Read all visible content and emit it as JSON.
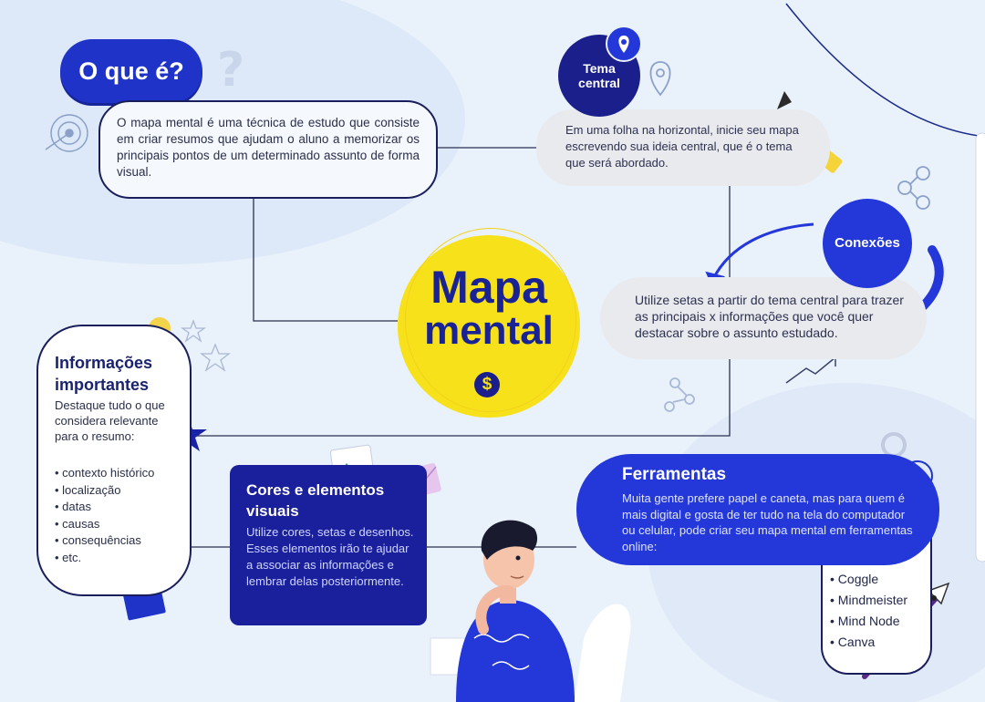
{
  "oque": {
    "title": "O que é?",
    "text": "O mapa mental é uma técnica de estudo que consiste em criar resumos que ajudam o aluno a memorizar os principais pontos de um determinado assunto de forma visual."
  },
  "tema": {
    "title_line1": "Tema",
    "title_line2": "central",
    "text": "Em uma folha na horizontal, inicie seu mapa escrevendo sua ideia central, que é o tema que será abordado."
  },
  "center": {
    "line1": "Mapa",
    "line2": "mental",
    "badge": "$"
  },
  "conexoes": {
    "title": "Conexões",
    "text": "Utilize setas a partir do tema central para trazer as principais x informações que você quer destacar sobre o assunto estudado."
  },
  "info": {
    "title": "Informações importantes",
    "text": "Destaque tudo o que considera relevante para o resumo:",
    "items": [
      "contexto histórico",
      "localização",
      "datas",
      "causas",
      "consequências",
      "etc."
    ]
  },
  "cores": {
    "title": "Cores e elementos visuais",
    "text": "Utilize cores, setas e desenhos. Esses elementos irão te ajudar a associar as informações e lembrar delas posteriormente."
  },
  "ferramentas": {
    "title": "Ferramentas",
    "text": "Muita gente prefere papel e caneta, mas para quem é mais digital e gosta de ter tudo na tela do computador ou celular, pode criar seu mapa mental em ferramentas online:",
    "items": [
      "Coggle",
      "Mindmeister",
      "Mind Node",
      "Canva"
    ]
  },
  "icons": [
    "question-icon",
    "target-icon",
    "location-pin-icon",
    "pencil-icon",
    "share-icon",
    "curved-arrow-icon",
    "star-icon",
    "lightbulb-icon",
    "notebook-icon",
    "image-icon",
    "envelope-icon",
    "triangle-icon",
    "gear-icon",
    "trend-arrow-icon",
    "pen-nib-icon",
    "thinking-person-illustration"
  ],
  "colors": {
    "navy": "#1a1f8c",
    "royal_blue": "#2438d9",
    "yellow": "#f7e11a",
    "background": "#e9f1fb",
    "outline": "#1a1f5c",
    "grey_box": "#e9eaee"
  }
}
